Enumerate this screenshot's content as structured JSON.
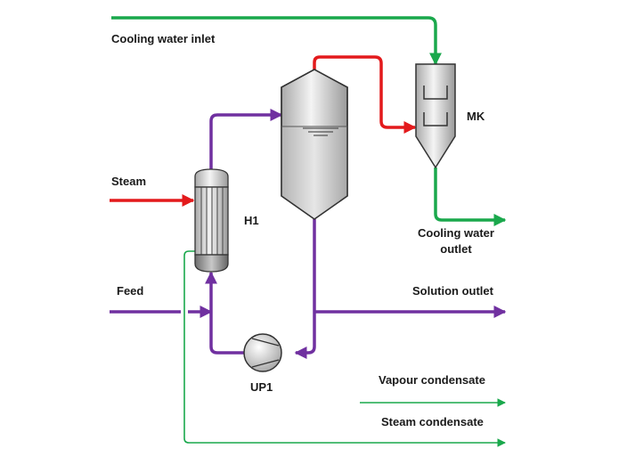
{
  "labels": {
    "cooling_water_inlet": "Cooling water inlet",
    "mk": "MK",
    "steam": "Steam",
    "h1": "H1",
    "cooling_water_outlet_1": "Cooling water",
    "cooling_water_outlet_2": "outlet",
    "feed": "Feed",
    "solution_outlet": "Solution outlet",
    "up1": "UP1",
    "vapour_condensate": "Vapour condensate",
    "steam_condensate": "Steam condensate"
  },
  "colors": {
    "process": "#7030a0",
    "steam": "#e31a1c",
    "water": "#1aa84c",
    "outline": "#333333"
  }
}
